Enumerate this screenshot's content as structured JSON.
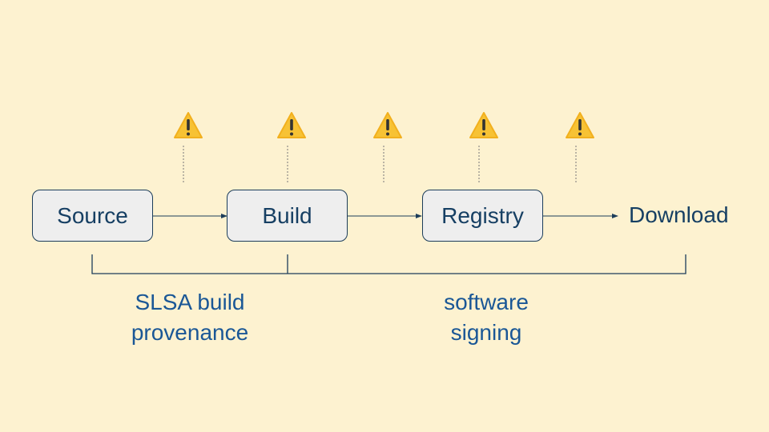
{
  "nodes": {
    "source": "Source",
    "build": "Build",
    "registry": "Registry",
    "download": "Download"
  },
  "brackets": {
    "provenance_label_line1": "SLSA build",
    "provenance_label_line2": "provenance",
    "signing_label_line1": "software",
    "signing_label_line2": "signing"
  },
  "warnings": {
    "icon": "warning-icon",
    "count": 5
  },
  "colors": {
    "background": "#fdf2d0",
    "box_fill": "#eeeeee",
    "line": "#1c3d5a",
    "label_text": "#1a5796",
    "warning": "#f7c234"
  }
}
